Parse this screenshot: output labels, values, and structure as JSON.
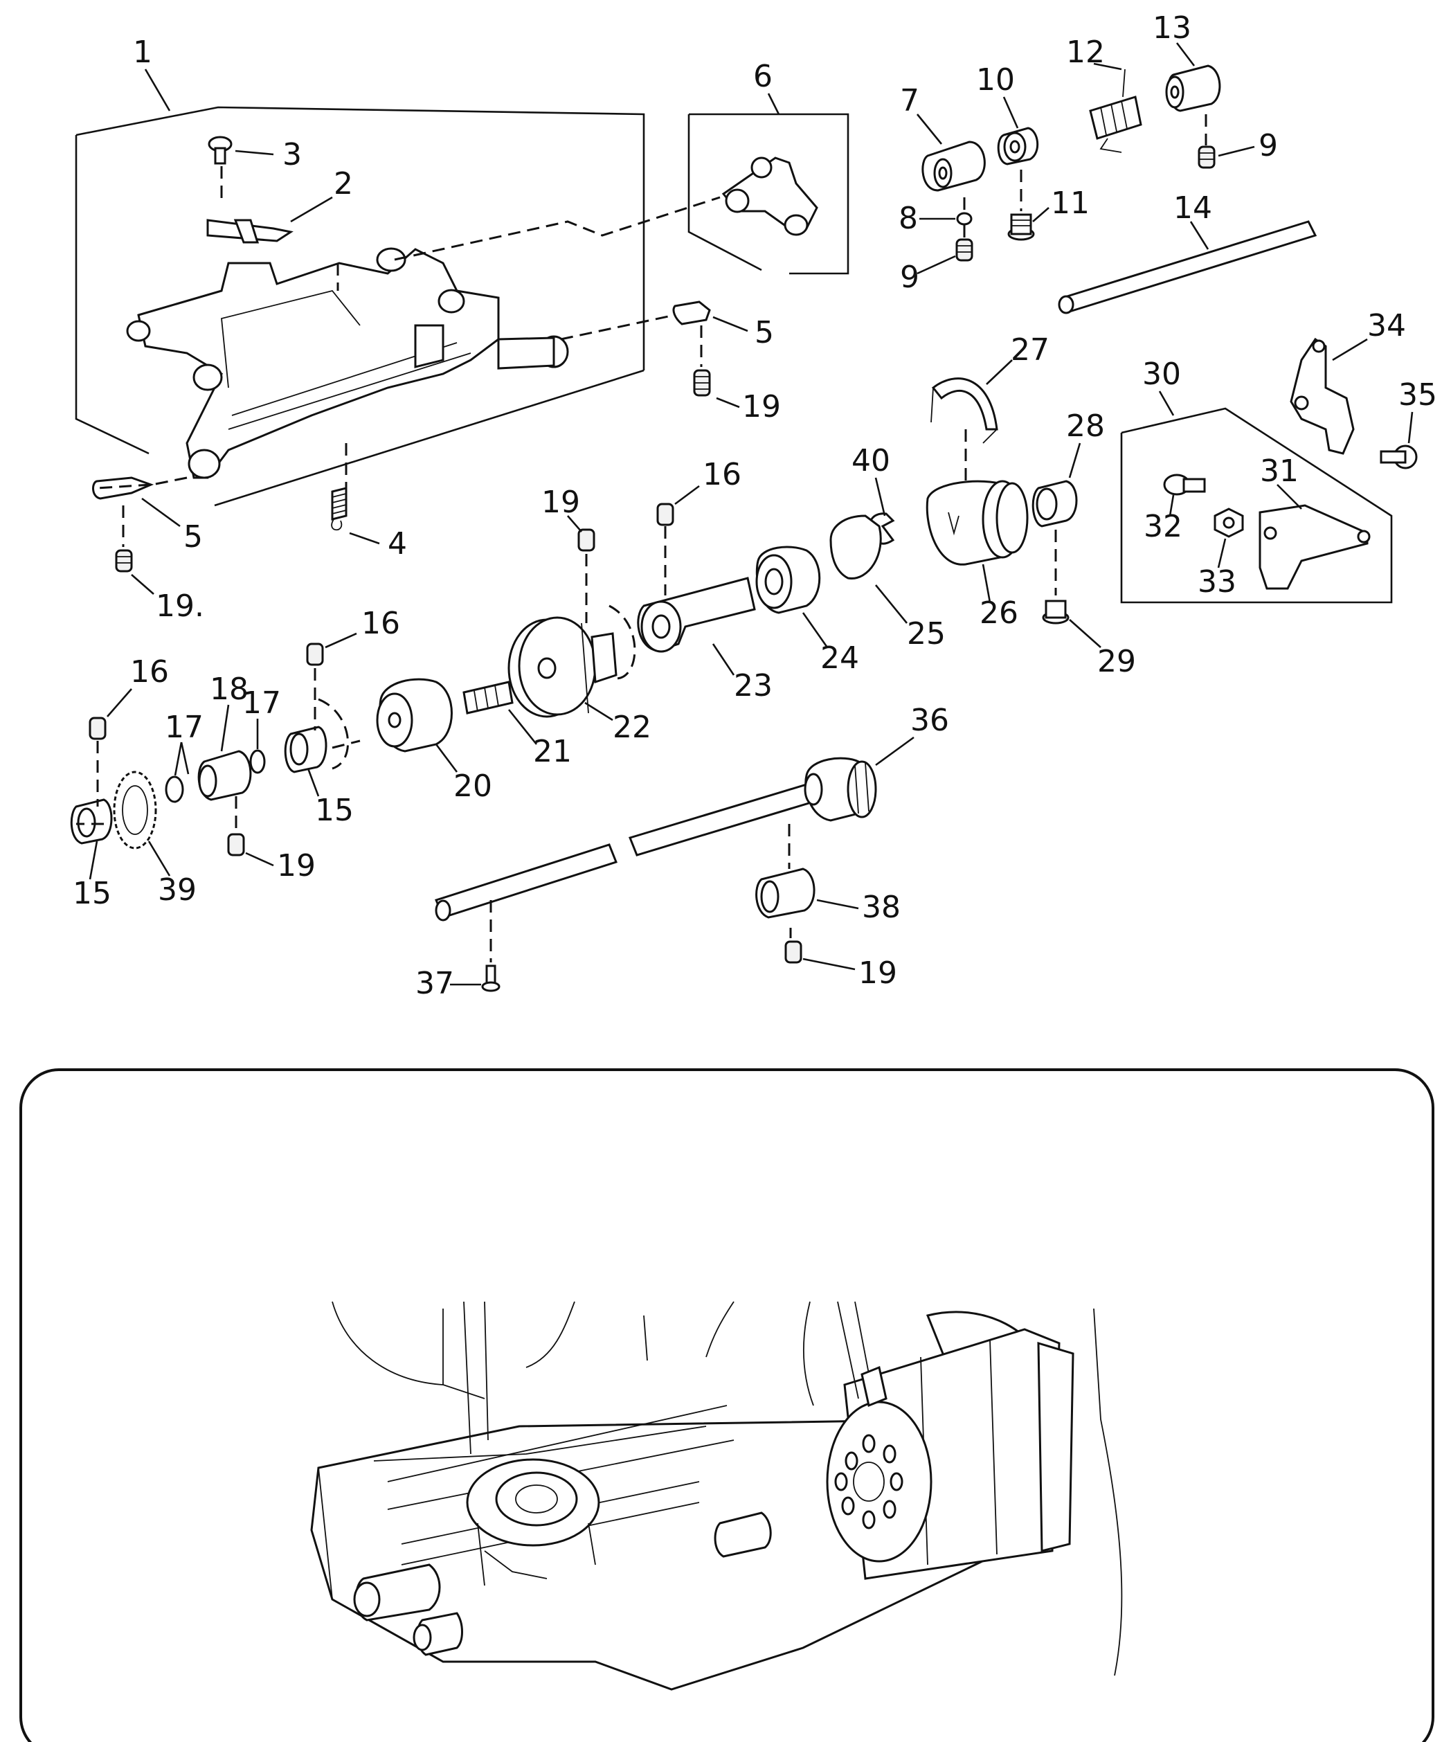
{
  "callouts": [
    {
      "id": "c1",
      "text": "1"
    },
    {
      "id": "c2",
      "text": "2"
    },
    {
      "id": "c3",
      "text": "3"
    },
    {
      "id": "c4",
      "text": "4"
    },
    {
      "id": "c5a",
      "text": "5"
    },
    {
      "id": "c5b",
      "text": "5"
    },
    {
      "id": "c6",
      "text": "6"
    },
    {
      "id": "c7",
      "text": "7"
    },
    {
      "id": "c8",
      "text": "8"
    },
    {
      "id": "c9a",
      "text": "9"
    },
    {
      "id": "c9b",
      "text": "9"
    },
    {
      "id": "c10",
      "text": "10"
    },
    {
      "id": "c11",
      "text": "11"
    },
    {
      "id": "c12",
      "text": "12"
    },
    {
      "id": "c13",
      "text": "13"
    },
    {
      "id": "c14",
      "text": "14"
    },
    {
      "id": "c15a",
      "text": "15"
    },
    {
      "id": "c15b",
      "text": "15"
    },
    {
      "id": "c16a",
      "text": "16"
    },
    {
      "id": "c16b",
      "text": "16"
    },
    {
      "id": "c16c",
      "text": "16"
    },
    {
      "id": "c17a",
      "text": "17"
    },
    {
      "id": "c17b",
      "text": "17"
    },
    {
      "id": "c18",
      "text": "18"
    },
    {
      "id": "c19a",
      "text": "19"
    },
    {
      "id": "c19b",
      "text": "19."
    },
    {
      "id": "c19c",
      "text": "19"
    },
    {
      "id": "c19d",
      "text": "19"
    },
    {
      "id": "c19e",
      "text": "19"
    },
    {
      "id": "c20",
      "text": "20"
    },
    {
      "id": "c21",
      "text": "21"
    },
    {
      "id": "c22",
      "text": "22"
    },
    {
      "id": "c23",
      "text": "23"
    },
    {
      "id": "c24",
      "text": "24"
    },
    {
      "id": "c25",
      "text": "25"
    },
    {
      "id": "c26",
      "text": "26"
    },
    {
      "id": "c27",
      "text": "27"
    },
    {
      "id": "c28",
      "text": "28"
    },
    {
      "id": "c29",
      "text": "29"
    },
    {
      "id": "c30",
      "text": "30"
    },
    {
      "id": "c31",
      "text": "31"
    },
    {
      "id": "c32",
      "text": "32"
    },
    {
      "id": "c33",
      "text": "33"
    },
    {
      "id": "c34",
      "text": "34"
    },
    {
      "id": "c35",
      "text": "35"
    },
    {
      "id": "c36",
      "text": "36"
    },
    {
      "id": "c37",
      "text": "37"
    },
    {
      "id": "c38",
      "text": "38"
    },
    {
      "id": "c39",
      "text": "39"
    },
    {
      "id": "c40",
      "text": "40"
    }
  ]
}
